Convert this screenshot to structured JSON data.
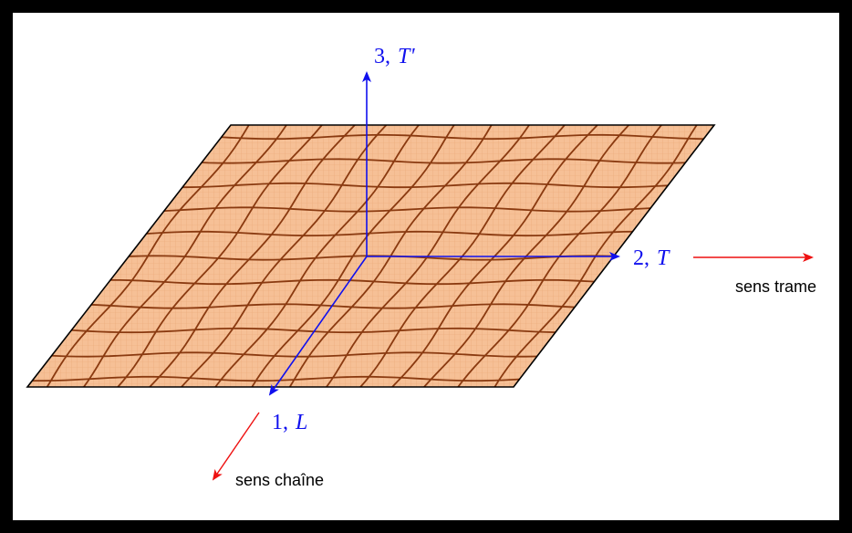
{
  "colors": {
    "border": "#000000",
    "background": "#ffffff",
    "fabric_fill": "#f6c096",
    "fine_grid": "#e0905a",
    "yarns": "#8a3a10",
    "axis_blue": "#1010ee",
    "direction_red": "#ee1111"
  },
  "axes": [
    {
      "id": "axis-3",
      "number": "3,",
      "letter": "T'"
    },
    {
      "id": "axis-2",
      "number": "2,",
      "letter": "T"
    },
    {
      "id": "axis-1",
      "number": "1,",
      "letter": "L"
    }
  ],
  "directions": {
    "weft": "sens trame",
    "warp": "sens chaîne"
  }
}
